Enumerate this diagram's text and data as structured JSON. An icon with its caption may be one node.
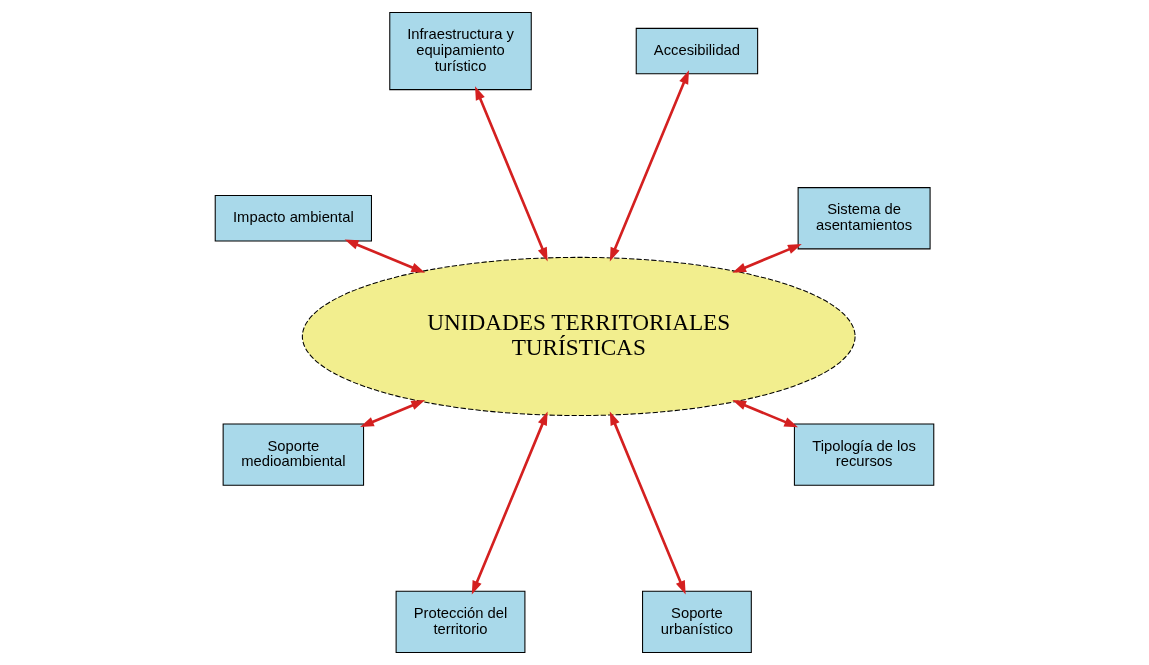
{
  "diagram": {
    "nodes": [
      {
        "text": [
          "UNIDADES TERRITORIALES TURÍSTICAS"
        ]
      },
      {
        "text": [
          "Sistema de asentamientos"
        ]
      },
      {
        "text": [
          "Accesibilidad"
        ]
      },
      {
        "text": [
          "Infraestructura y equipamiento turístico"
        ]
      },
      {
        "text": [
          "Impacto ambiental"
        ]
      },
      {
        "text": [
          "Soporte medioambiental"
        ]
      },
      {
        "text": [
          "Protección del territorio"
        ]
      },
      {
        "text": [
          "Soporte urbanístico"
        ]
      },
      {
        "text": [
          "Tipología de los recursos"
        ]
      }
    ],
    "edges": [
      {
        "from": 0,
        "to": 1,
        "arrow": "both"
      },
      {
        "from": 0,
        "to": 2,
        "arrow": "both"
      },
      {
        "from": 0,
        "to": 3,
        "arrow": "both"
      },
      {
        "from": 0,
        "to": 4,
        "arrow": "both"
      },
      {
        "from": 0,
        "to": 5,
        "arrow": "both"
      },
      {
        "from": 0,
        "to": 6,
        "arrow": "both"
      },
      {
        "from": 0,
        "to": 7,
        "arrow": "both"
      },
      {
        "from": 0,
        "to": 8,
        "arrow": "both"
      }
    ]
  }
}
